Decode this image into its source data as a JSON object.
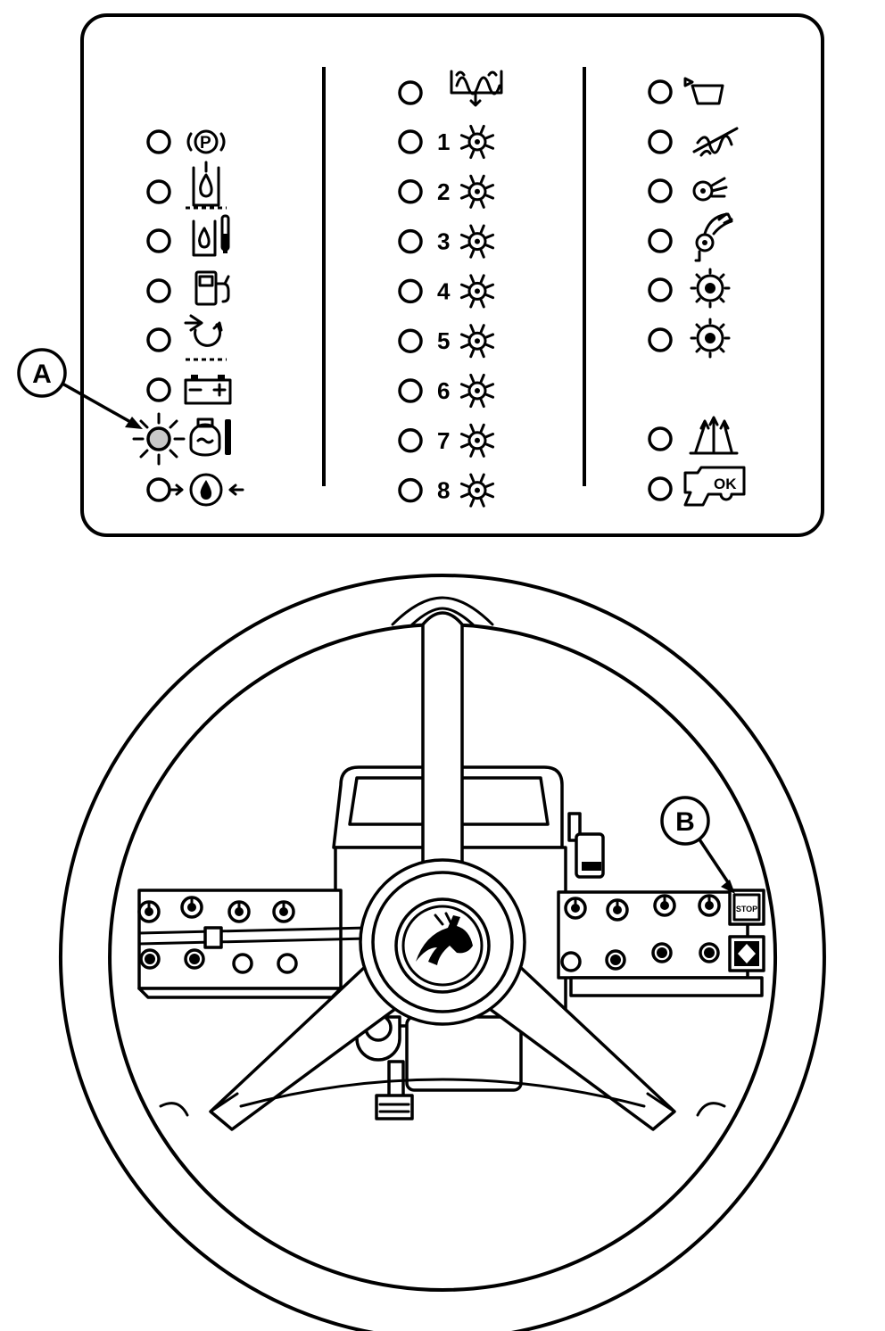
{
  "callouts": {
    "a": "A",
    "b": "B"
  },
  "numbered_indicators": [
    "1",
    "2",
    "3",
    "4",
    "5",
    "6",
    "7",
    "8"
  ],
  "console_buttons": {
    "stop_label": "STOP"
  },
  "monitor_labels": {
    "ok": "OK"
  },
  "highlight": {
    "lit_indicator_fill": "#c8c8c8"
  }
}
